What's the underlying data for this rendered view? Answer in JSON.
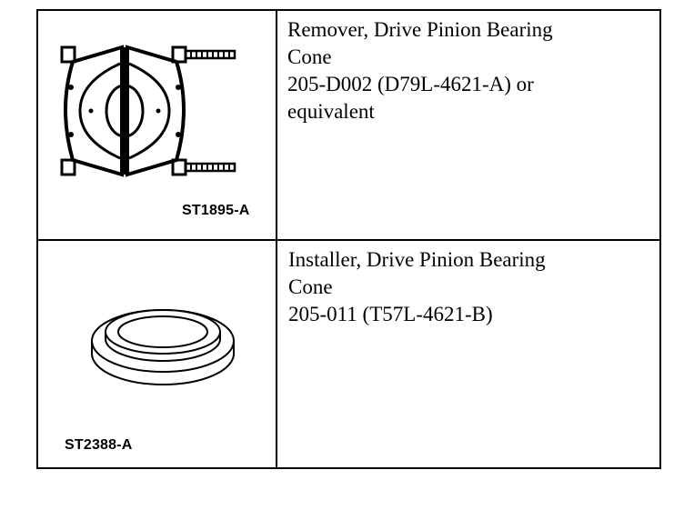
{
  "rows": [
    {
      "illustration_id": "ST1895-A",
      "description_lines": [
        "Remover, Drive Pinion Bearing",
        "Cone",
        "205-D002 (D79L-4621-A) or",
        "equivalent"
      ]
    },
    {
      "illustration_id": "ST2388-A",
      "description_lines": [
        "Installer, Drive Pinion Bearing",
        "Cone",
        "205-011 (T57L-4621-B)"
      ]
    }
  ]
}
